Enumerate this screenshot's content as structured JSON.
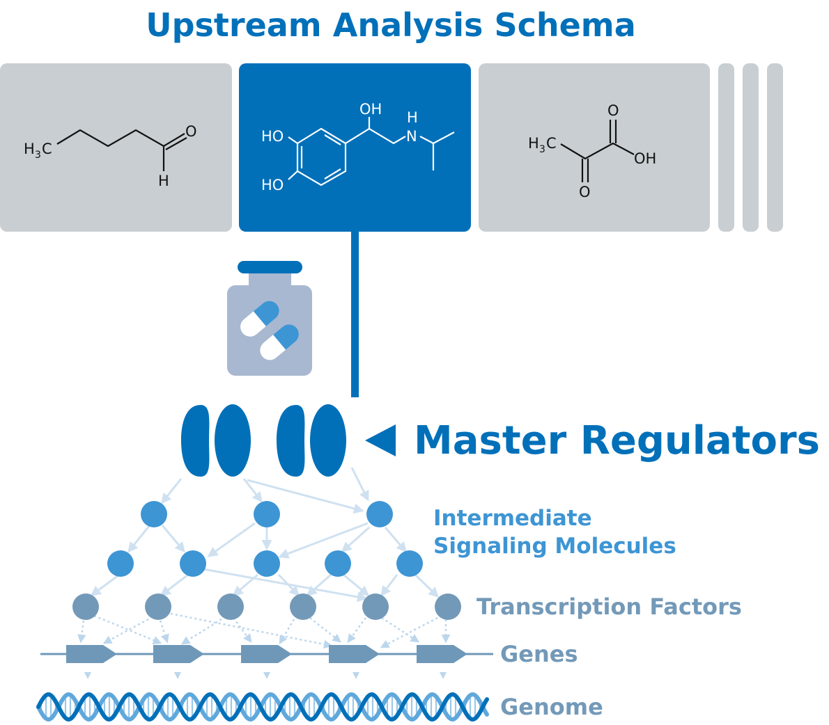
{
  "title": "Upstream Analysis Schema",
  "molecules": [
    {
      "name": "pentanal",
      "atoms": {
        "left_h": "H",
        "left_sub": "3",
        "left_c": "C",
        "o": "O",
        "h": "H"
      }
    },
    {
      "name": "isoproterenol",
      "atoms": {
        "ho_top": "HO",
        "ho_bottom": "HO",
        "oh": "OH",
        "nh_h": "H",
        "nh_n": "N"
      }
    },
    {
      "name": "pyruvic-acid",
      "atoms": {
        "left_h": "H",
        "left_sub": "3",
        "left_c": "C",
        "o_top": "O",
        "oh": "OH",
        "o_bottom": "O"
      }
    }
  ],
  "labels": {
    "master_regulators": "Master Regulators",
    "intermediate_line1": "Intermediate",
    "intermediate_line2": "Signaling Molecules",
    "transcription_factors": "Transcription Factors",
    "genes": "Genes",
    "genome": "Genome"
  },
  "colors": {
    "primary_blue": "#0170b9",
    "intermediate_blue": "#3d95d4",
    "tf_grey_blue": "#7399b8",
    "card_grey": "#c8ced2",
    "edge_light": "#cfe1f0",
    "gene_blue": "#6f98b8",
    "dna_light": "#5fa8dc"
  },
  "icons": [
    "drug-bottle-icon",
    "capsule-icon"
  ]
}
